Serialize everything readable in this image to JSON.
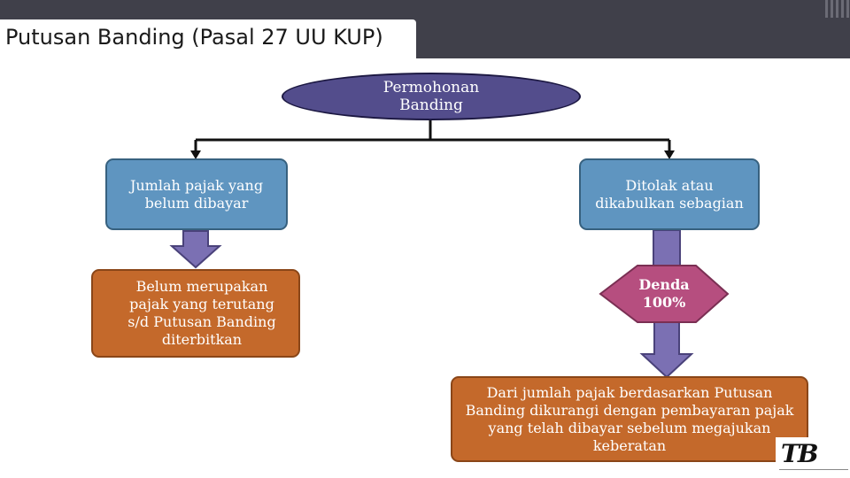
{
  "title": "Putusan Banding (Pasal 27 UU KUP)",
  "nodes": {
    "root": "Permohonan\nBanding",
    "left_top": "Jumlah pajak yang\nbelum dibayar",
    "left_bottom": "Belum merupakan\npajak yang terutang\ns/d Putusan Banding\nditerbitkan",
    "right_top": "Ditolak atau\ndikabulkan sebagian",
    "right_middle": "Denda\n100%",
    "right_bottom": "Dari jumlah pajak berdasarkan Putusan\nBanding dikurangi dengan pembayaran pajak\nyang telah dibayar sebelum megajukan\nkeberatan"
  },
  "logo": {
    "mark": "TB"
  },
  "colors": {
    "title_bar": "#40404a",
    "ellipse": "#534d8c",
    "blue_box": "#5f95c0",
    "orange_box": "#c4692b",
    "diamond": "#b64e7f",
    "arrow": "#7b70b3"
  }
}
